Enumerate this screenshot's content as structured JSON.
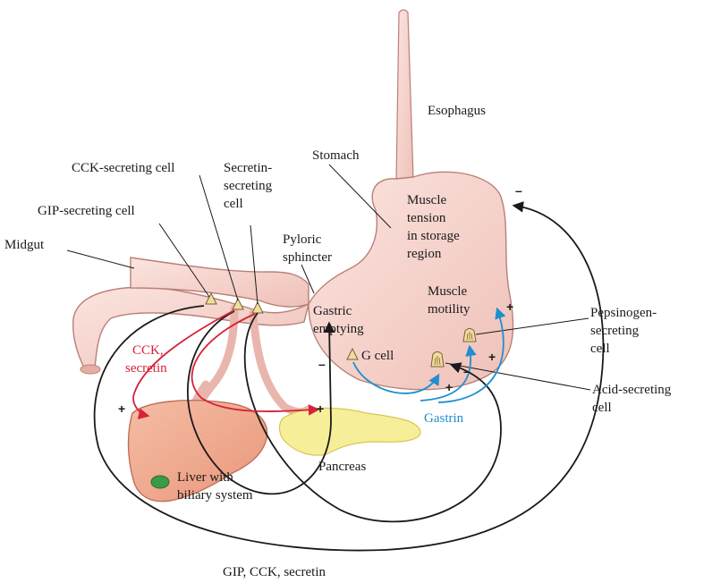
{
  "labels": {
    "esophagus": "Esophagus",
    "stomach": "Stomach",
    "muscle_tension": [
      "Muscle",
      "tension",
      "in storage",
      "region"
    ],
    "cck_secreting_cell": "CCK-secreting cell",
    "secretin_secreting_cell": [
      "Secretin-",
      "secreting",
      "cell"
    ],
    "gip_secreting_cell": "GIP-secreting cell",
    "midgut": "Midgut",
    "pyloric_sphincter": [
      "Pyloric",
      "sphincter"
    ],
    "muscle_motility": [
      "Muscle",
      "motility"
    ],
    "gastric_emptying": [
      "Gastric",
      "emptying"
    ],
    "pepsinogen_secreting_cell": [
      "Pepsinogen-",
      "secreting",
      "cell"
    ],
    "g_cell": "G cell",
    "acid_secreting_cell": [
      "Acid-secreting",
      "cell"
    ],
    "cck_secretin": [
      "CCK,",
      "secretin"
    ],
    "gastrin": "Gastrin",
    "pancreas": "Pancreas",
    "liver": [
      "Liver with",
      "biliary system"
    ],
    "gip_cck_secretin": "GIP, CCK, secretin"
  },
  "signs": {
    "plus": "+",
    "minus": "–"
  },
  "colors": {
    "organ_fill": "#f6d2cc",
    "organ_stroke": "#b88078",
    "liver_fill": "#f0a98f",
    "pancreas_fill": "#f7ee9a",
    "gallbladder": "#3b9a46",
    "cell_fill": "#f2dca0",
    "red_arrow": "#d6213a",
    "blue_arrow": "#1f8fcf",
    "black_arrow": "#1a1a1a"
  }
}
